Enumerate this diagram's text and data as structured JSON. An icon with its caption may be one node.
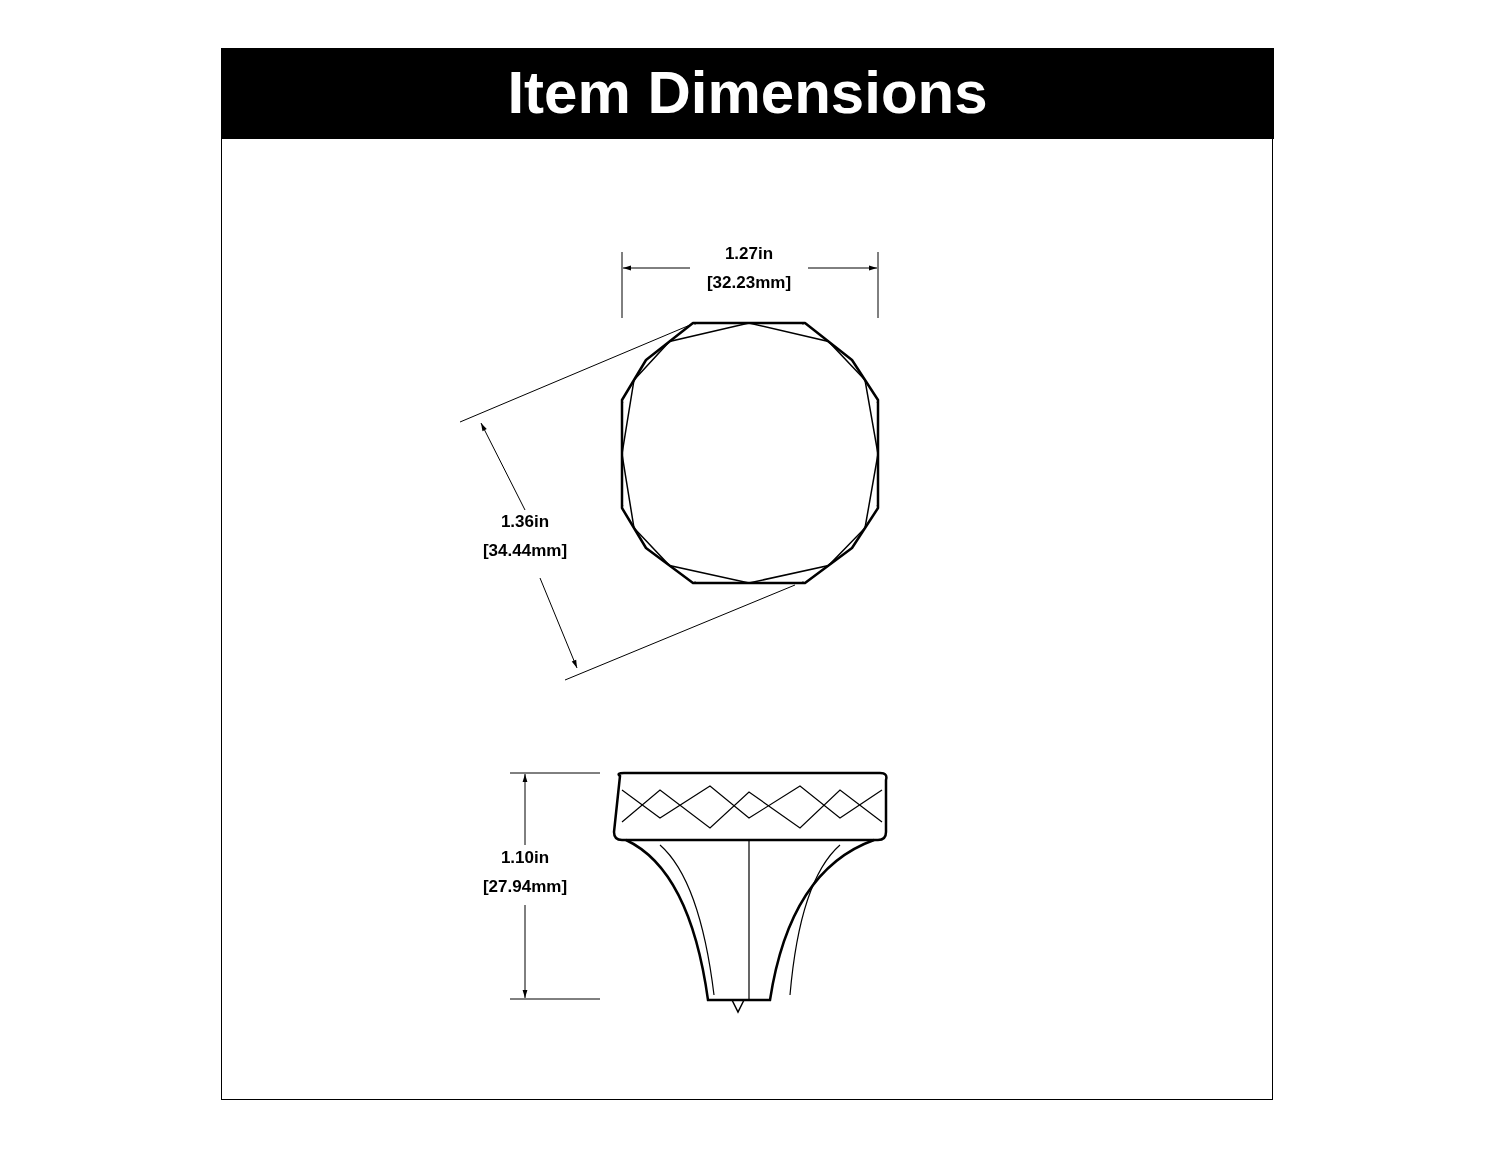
{
  "diagram": {
    "title": "Item Dimensions",
    "labels": [
      "1.27in",
      "[32.23mm]",
      "1.36in",
      "[34.44mm]",
      "1.10in",
      "[27.94mm]"
    ]
  }
}
